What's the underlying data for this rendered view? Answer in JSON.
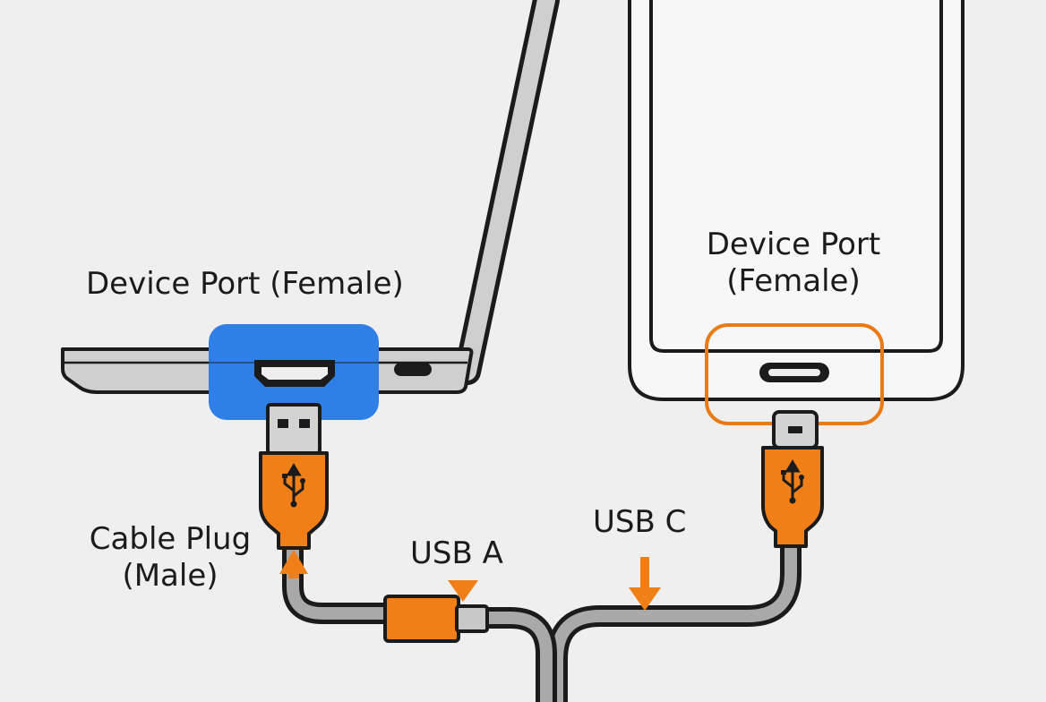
{
  "labels": {
    "laptop_port": "Device Port (Female)",
    "phone_port_line1": "Device Port",
    "phone_port_line2": "(Female)",
    "cable_plug_line1": "Cable Plug",
    "cable_plug_line2": "(Male)",
    "usb_a": "USB A",
    "usb_c": "USB C"
  },
  "icons": {
    "usb_symbol": "usb-trident-icon"
  },
  "colors": {
    "background": "#efefef",
    "outline": "#1b1b1b",
    "device_body": "#cfcfcf",
    "cable": "#a9a9a9",
    "laptop_port_highlight": "#2f7fe6",
    "phone_port_highlight": "#e97a16",
    "connector_orange": "#f07f17",
    "metal": "#c8c8c8"
  }
}
